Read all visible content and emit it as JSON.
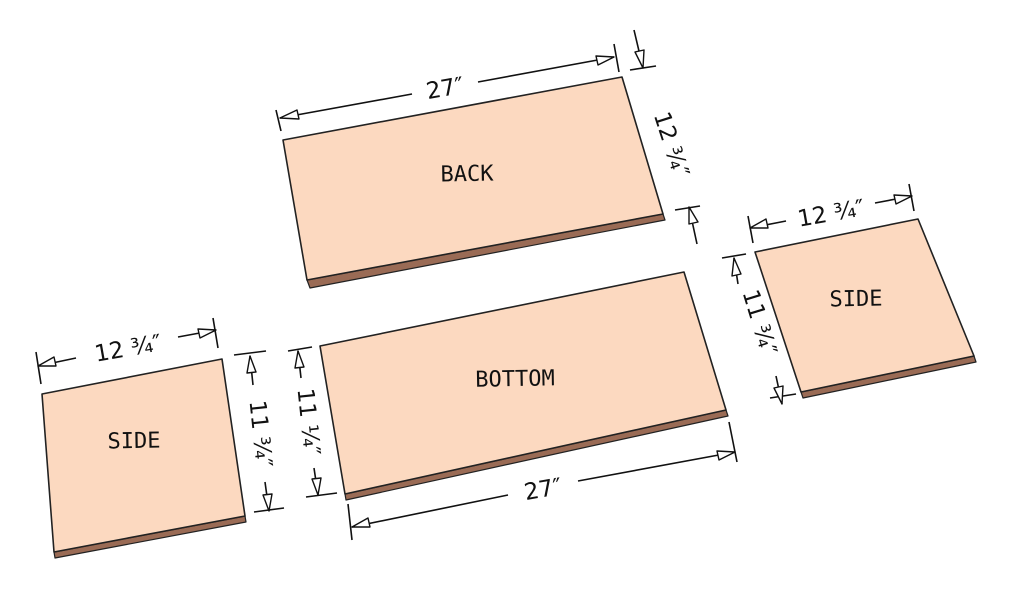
{
  "colors": {
    "panel_face": "#fcd9c0",
    "panel_edge": "#9a6b55",
    "line": "#111111",
    "background": "#ffffff"
  },
  "panels": {
    "back": {
      "label": "BACK"
    },
    "bottom": {
      "label": "BOTTOM"
    },
    "side_left": {
      "label": "SIDE"
    },
    "side_right": {
      "label": "SIDE"
    }
  },
  "dimensions": {
    "back_length": "27″",
    "back_height": "12 ¾″",
    "bottom_length": "27″",
    "bottom_depth": "11 ¼″",
    "side_left_width": "12 ¾″",
    "side_left_height": "11 ¾″",
    "side_right_width": "12 ¾″",
    "side_right_height": "11 ¾″"
  }
}
